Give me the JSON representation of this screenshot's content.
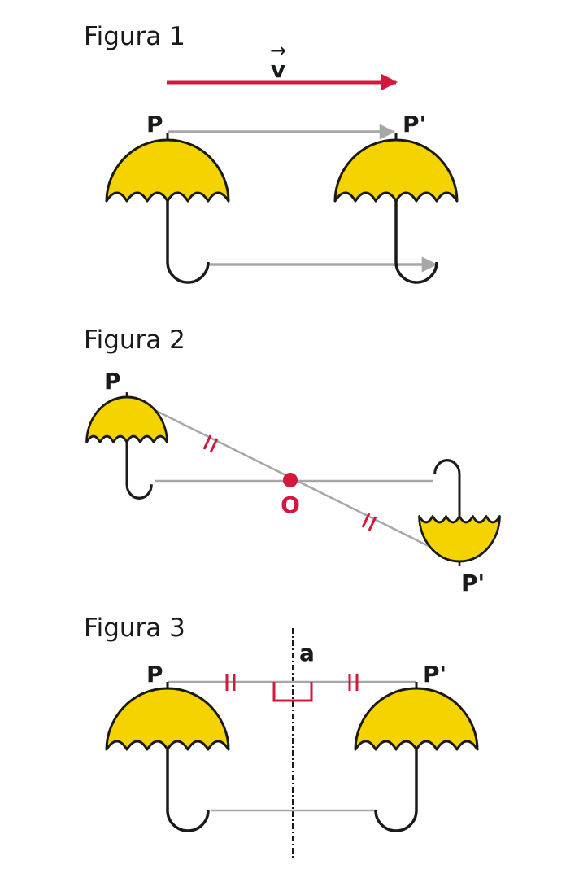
{
  "figures": [
    {
      "title": "Figura 1",
      "vector_label": "v",
      "vector_arrow_glyph": "→",
      "point_label": "P",
      "image_label": "P'"
    },
    {
      "title": "Figura 2",
      "point_label": "P",
      "center_label": "O",
      "image_label": "P'"
    },
    {
      "title": "Figura 3",
      "axis_label": "a",
      "point_label": "P",
      "image_label": "P'"
    }
  ],
  "colors": {
    "umbrella_fill": "#f5d300",
    "outline": "#1a1a1a",
    "accent_red": "#d4173d",
    "guide_gray": "#a7a7a7"
  }
}
